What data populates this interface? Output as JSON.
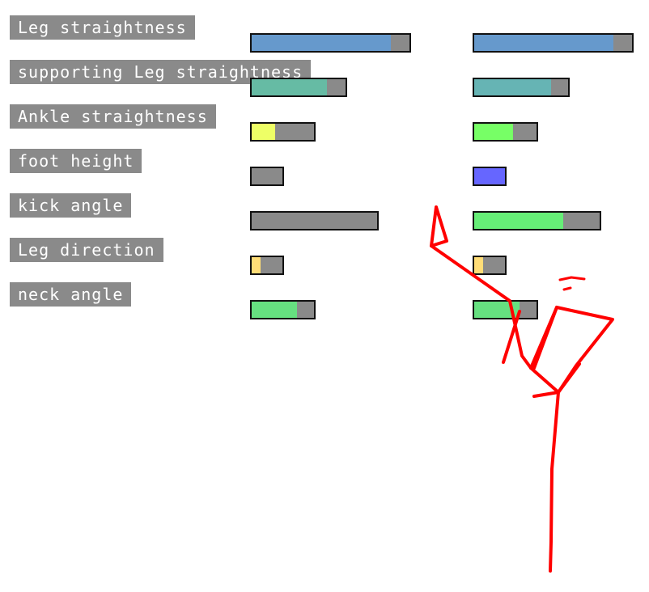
{
  "metrics": [
    {
      "label": "Leg straightness",
      "left": {
        "score": 0.88,
        "color": "#6699cc"
      },
      "right": {
        "score": 0.88,
        "color": "#6699cc"
      }
    },
    {
      "label": "supporting Leg straightness",
      "left": {
        "score": 0.8,
        "color": "#66bba4"
      },
      "right": {
        "score": 0.82,
        "color": "#66b4b4"
      }
    },
    {
      "label": "Ankle straightness",
      "left": {
        "score": 0.38,
        "color": "#eeff66"
      },
      "right": {
        "score": 0.62,
        "color": "#77ff66"
      }
    },
    {
      "label": "foot height",
      "left": {
        "score": 0.0,
        "color": "#8a8a8a"
      },
      "right": {
        "score": 1.0,
        "color": "#6666ff"
      }
    },
    {
      "label": "kick angle",
      "left": {
        "score": 0.0,
        "color": "#8a8a8a"
      },
      "right": {
        "score": 0.71,
        "color": "#66ee77"
      }
    },
    {
      "label": "Leg direction",
      "left": {
        "score": 0.28,
        "color": "#ffdd77"
      },
      "right": {
        "score": 0.28,
        "color": "#ffdd77"
      }
    },
    {
      "label": "neck angle",
      "left": {
        "score": 0.73,
        "color": "#66e080"
      },
      "right": {
        "score": 0.73,
        "color": "#66e080"
      }
    }
  ],
  "skeleton_color": "#ff0000"
}
